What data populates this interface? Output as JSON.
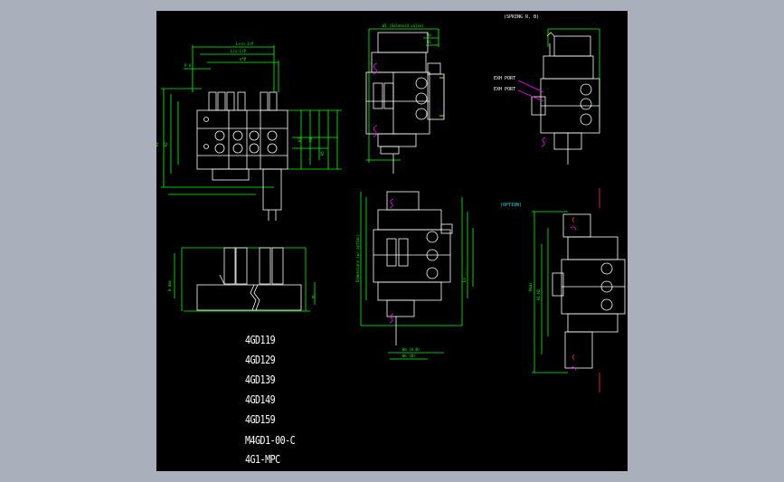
{
  "model_list": [
    "4GD119",
    "4GD129",
    "4GD139",
    "4GD149",
    "4GD159",
    "M4GD1-00-C",
    "4G1-MPC"
  ],
  "notes": {
    "top_right_caption": "(SPRING R. B)",
    "port_label_1": "EXH PORT",
    "port_label_2": "EXH PORT",
    "cyan_tag": "(OPTION)"
  },
  "colors": {
    "paper": "#000000",
    "frame": "#aab0bb",
    "outline": "#ffffff",
    "dimension": "#00ff00",
    "cyan": "#00e0e0",
    "magenta": "#ff00ff",
    "red": "#ff3030",
    "yellow": "#ffff00"
  }
}
